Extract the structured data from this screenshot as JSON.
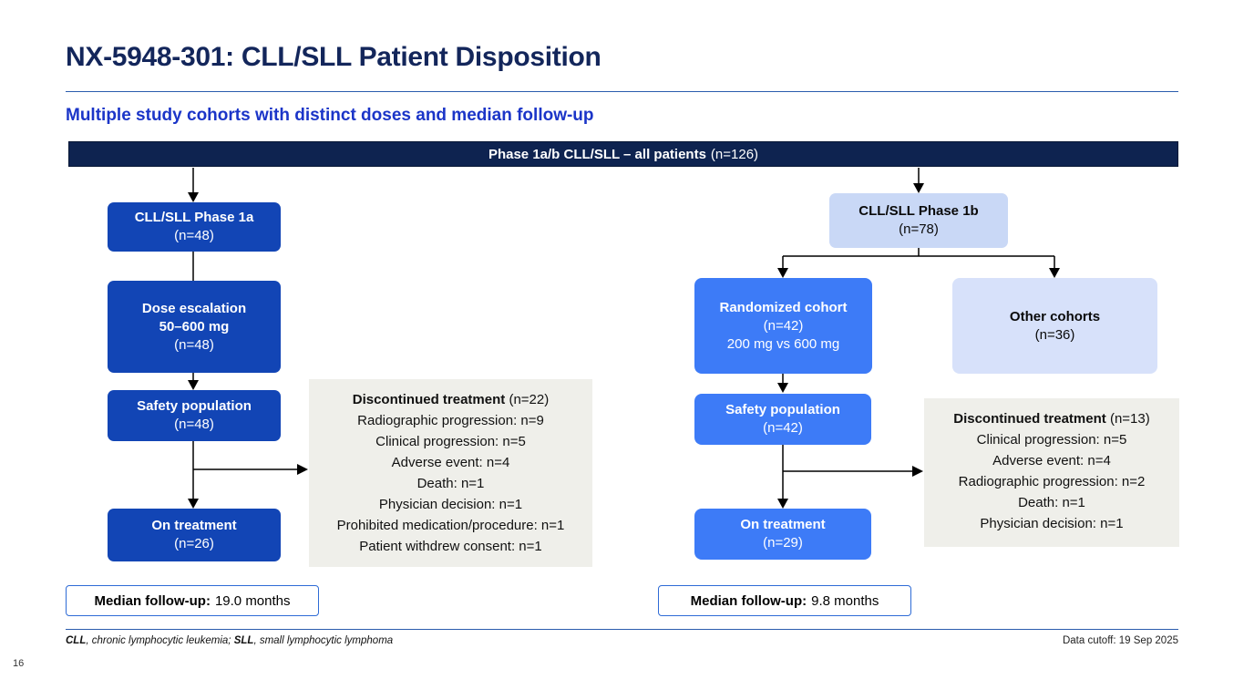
{
  "slide": {
    "title": "NX-5948-301: CLL/SLL Patient Disposition",
    "subtitle": "Multiple study cohorts with distinct doses and median follow-up",
    "page_number": "16",
    "data_cutoff": "Data cutoff: 19 Sep 2025",
    "footnote": {
      "abbr1": "CLL",
      "text1": ", chronic lymphocytic leukemia; ",
      "abbr2": "SLL",
      "text2": ", small lymphocytic lymphoma"
    }
  },
  "colors": {
    "banner_navy": "#0E2350",
    "left_box_blue": "#1245B5",
    "right_box_blue": "#3D7BF7",
    "phase1b_light_blue": "#C9D8F6",
    "other_cohorts_light_blue": "#D7E1FA",
    "gray_panel": "#EFEFEA",
    "subtitle_blue": "#1B35C8",
    "median_border_blue": "#2E6BD6"
  },
  "banner": {
    "label": "Phase 1a/b CLL/SLL – all patients",
    "count": "(n=126)"
  },
  "left_flow": {
    "phase_box": {
      "title": "CLL/SLL Phase 1a",
      "count": "(n=48)"
    },
    "dose_box": {
      "title": "Dose escalation",
      "subtitle": "50–600 mg",
      "count": "(n=48)"
    },
    "safety_box": {
      "title": "Safety population",
      "count": "(n=48)"
    },
    "on_treatment_box": {
      "title": "On treatment",
      "count": "(n=26)"
    },
    "discontinued": {
      "title": "Discontinued treatment",
      "count": "(n=22)",
      "items": [
        "Radiographic progression: n=9",
        "Clinical progression: n=5",
        "Adverse event: n=4",
        "Death: n=1",
        "Physician decision: n=1",
        "Prohibited medication/procedure: n=1",
        "Patient withdrew consent: n=1"
      ]
    },
    "median_followup": {
      "label": "Median follow-up:",
      "value": "19.0 months"
    }
  },
  "right_flow": {
    "phase_box": {
      "title": "CLL/SLL Phase 1b",
      "count": "(n=78)"
    },
    "randomized_box": {
      "title": "Randomized cohort",
      "count": "(n=42)",
      "detail": "200 mg vs 600 mg"
    },
    "other_box": {
      "title": "Other cohorts",
      "count": "(n=36)"
    },
    "safety_box": {
      "title": "Safety population",
      "count": "(n=42)"
    },
    "on_treatment_box": {
      "title": "On treatment",
      "count": "(n=29)"
    },
    "discontinued": {
      "title": "Discontinued treatment",
      "count": "(n=13)",
      "items": [
        "Clinical progression: n=5",
        "Adverse event: n=4",
        "Radiographic progression: n=2",
        "Death: n=1",
        "Physician decision: n=1"
      ]
    },
    "median_followup": {
      "label": "Median follow-up:",
      "value": "9.8 months"
    }
  }
}
